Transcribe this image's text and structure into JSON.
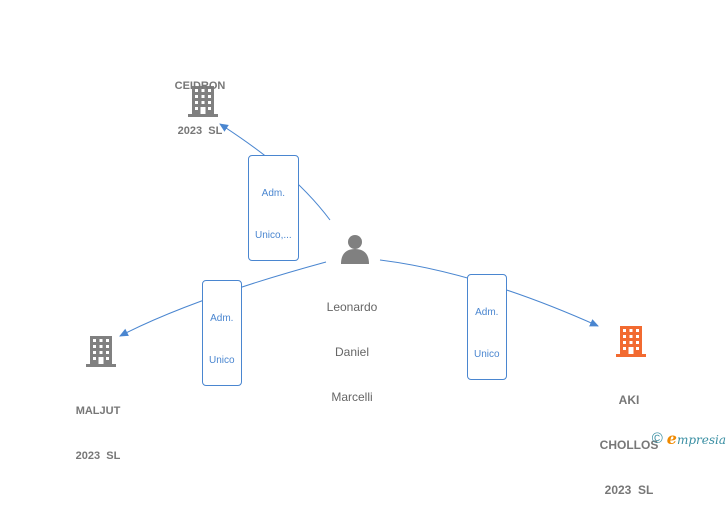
{
  "nodes": {
    "center": {
      "label_lines": [
        "Leonardo",
        "Daniel",
        "Marcelli"
      ],
      "type": "person",
      "icon": "person-icon"
    },
    "ceidron": {
      "label_lines": [
        "CEIDRON",
        "2023  SL"
      ],
      "type": "company",
      "icon": "building-icon",
      "color": "#808080"
    },
    "maljut": {
      "label_lines": [
        "MALJUT",
        "2023  SL"
      ],
      "type": "company",
      "icon": "building-icon",
      "color": "#808080"
    },
    "aki": {
      "label_lines": [
        "AKI",
        "CHOLLOS",
        "2023  SL"
      ],
      "type": "company",
      "icon": "building-icon",
      "color": "#f26a30"
    }
  },
  "edges": [
    {
      "from": "center",
      "to": "ceidron",
      "label_lines": [
        "Adm.",
        "Unico,..."
      ]
    },
    {
      "from": "center",
      "to": "maljut",
      "label_lines": [
        "Adm.",
        "Unico"
      ]
    },
    {
      "from": "center",
      "to": "aki",
      "label_lines": [
        "Adm.",
        "Unico"
      ]
    }
  ],
  "colors": {
    "edge": "#4a86d0",
    "node_gray": "#808080",
    "node_highlight": "#f26a30",
    "brand": "#3a8fa3"
  },
  "footer": {
    "copyright_symbol": "©",
    "brand_initial": "e",
    "brand_rest": "mpresia"
  }
}
